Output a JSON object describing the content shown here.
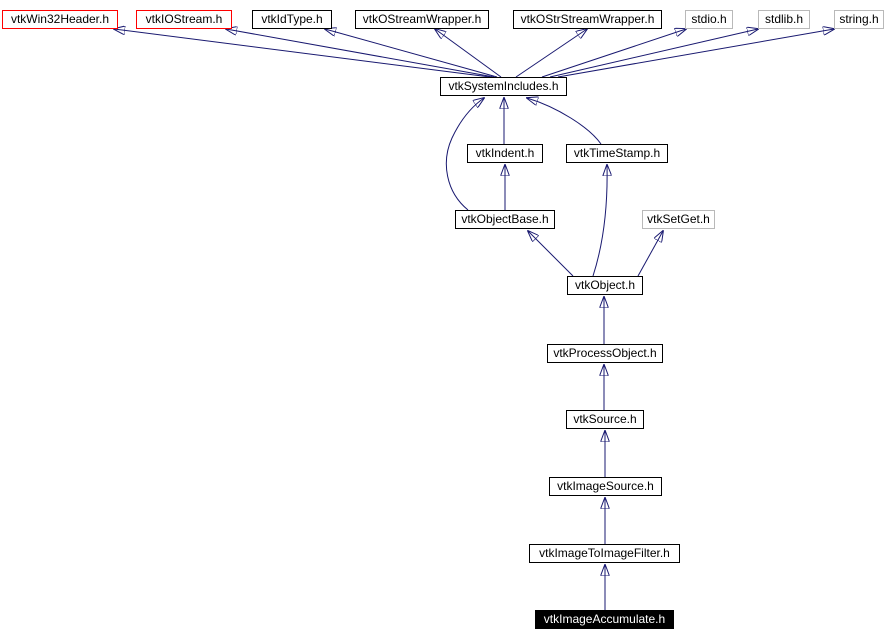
{
  "diagram": {
    "type": "include-dependency-graph",
    "root_file": "vtkImageAccumulate.h",
    "colors": {
      "background": "#ffffff",
      "edge": "#191970",
      "node_fill": "#ffffff",
      "border_default": "#000000",
      "border_highlight": "#ff0000",
      "border_external": "#b9b9b9",
      "root_fill": "#000000",
      "root_text": "#ffffff"
    },
    "nodes": [
      {
        "id": "vtkWin32Header",
        "label": "vtkWin32Header.h",
        "style": "highlight"
      },
      {
        "id": "vtkIOStream",
        "label": "vtkIOStream.h",
        "style": "highlight"
      },
      {
        "id": "vtkIdType",
        "label": "vtkIdType.h",
        "style": "default"
      },
      {
        "id": "vtkOStreamWrapper",
        "label": "vtkOStreamWrapper.h",
        "style": "default"
      },
      {
        "id": "vtkOStrStreamWrapper",
        "label": "vtkOStrStreamWrapper.h",
        "style": "default"
      },
      {
        "id": "stdio",
        "label": "stdio.h",
        "style": "external"
      },
      {
        "id": "stdlib",
        "label": "stdlib.h",
        "style": "external"
      },
      {
        "id": "string",
        "label": "string.h",
        "style": "external"
      },
      {
        "id": "vtkSystemIncludes",
        "label": "vtkSystemIncludes.h",
        "style": "default"
      },
      {
        "id": "vtkIndent",
        "label": "vtkIndent.h",
        "style": "default"
      },
      {
        "id": "vtkTimeStamp",
        "label": "vtkTimeStamp.h",
        "style": "default"
      },
      {
        "id": "vtkObjectBase",
        "label": "vtkObjectBase.h",
        "style": "default"
      },
      {
        "id": "vtkSetGet",
        "label": "vtkSetGet.h",
        "style": "external"
      },
      {
        "id": "vtkObject",
        "label": "vtkObject.h",
        "style": "default"
      },
      {
        "id": "vtkProcessObject",
        "label": "vtkProcessObject.h",
        "style": "default"
      },
      {
        "id": "vtkSource",
        "label": "vtkSource.h",
        "style": "default"
      },
      {
        "id": "vtkImageSource",
        "label": "vtkImageSource.h",
        "style": "default"
      },
      {
        "id": "vtkImageToImageFilter",
        "label": "vtkImageToImageFilter.h",
        "style": "default"
      },
      {
        "id": "vtkImageAccumulate",
        "label": "vtkImageAccumulate.h",
        "style": "main"
      }
    ],
    "edges": [
      {
        "from": "vtkSystemIncludes",
        "to": "vtkWin32Header"
      },
      {
        "from": "vtkSystemIncludes",
        "to": "vtkIOStream"
      },
      {
        "from": "vtkSystemIncludes",
        "to": "vtkIdType"
      },
      {
        "from": "vtkSystemIncludes",
        "to": "vtkOStreamWrapper"
      },
      {
        "from": "vtkSystemIncludes",
        "to": "vtkOStrStreamWrapper"
      },
      {
        "from": "vtkSystemIncludes",
        "to": "stdio"
      },
      {
        "from": "vtkSystemIncludes",
        "to": "stdlib"
      },
      {
        "from": "vtkSystemIncludes",
        "to": "string"
      },
      {
        "from": "vtkIndent",
        "to": "vtkSystemIncludes"
      },
      {
        "from": "vtkTimeStamp",
        "to": "vtkSystemIncludes"
      },
      {
        "from": "vtkObjectBase",
        "to": "vtkIndent"
      },
      {
        "from": "vtkObjectBase",
        "to": "vtkSystemIncludes"
      },
      {
        "from": "vtkObject",
        "to": "vtkObjectBase"
      },
      {
        "from": "vtkObject",
        "to": "vtkTimeStamp"
      },
      {
        "from": "vtkObject",
        "to": "vtkSetGet"
      },
      {
        "from": "vtkProcessObject",
        "to": "vtkObject"
      },
      {
        "from": "vtkSource",
        "to": "vtkProcessObject"
      },
      {
        "from": "vtkImageSource",
        "to": "vtkSource"
      },
      {
        "from": "vtkImageToImageFilter",
        "to": "vtkImageSource"
      },
      {
        "from": "vtkImageAccumulate",
        "to": "vtkImageToImageFilter"
      }
    ]
  }
}
